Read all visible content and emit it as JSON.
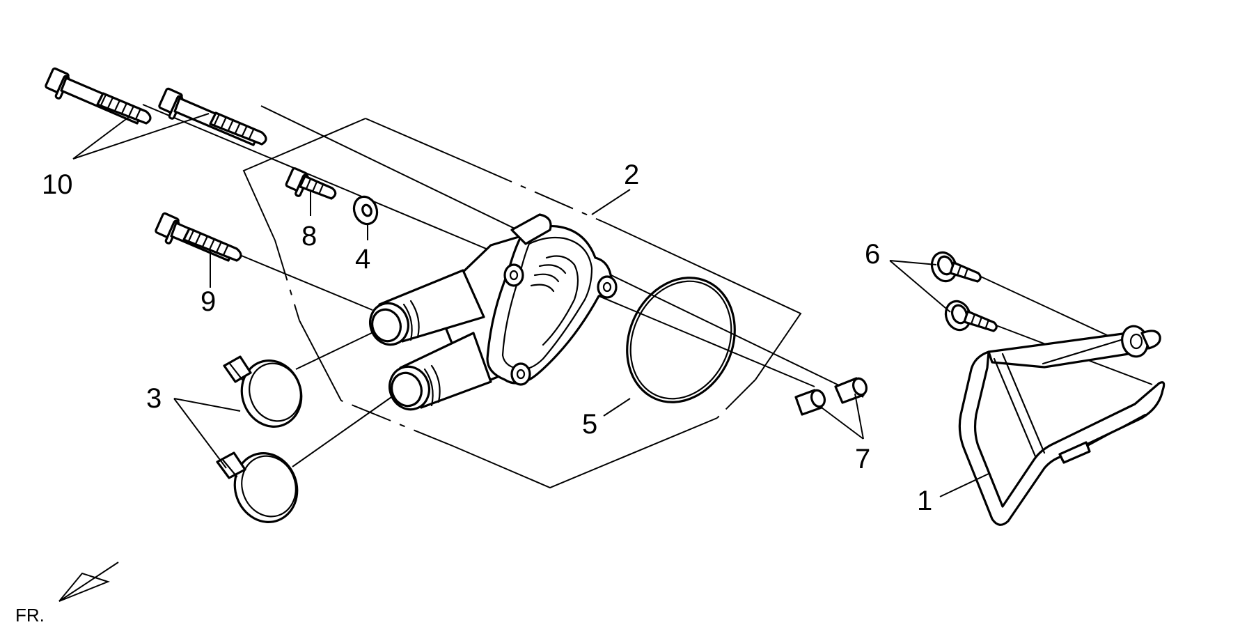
{
  "diagram": {
    "callouts": {
      "c1": "1",
      "c2": "2",
      "c3": "3",
      "c4": "4",
      "c5": "5",
      "c6": "6",
      "c7": "7",
      "c8": "8",
      "c9": "9",
      "c10": "10"
    },
    "orientation_label": "FR.",
    "colors": {
      "line": "#000000",
      "background": "#ffffff"
    }
  }
}
